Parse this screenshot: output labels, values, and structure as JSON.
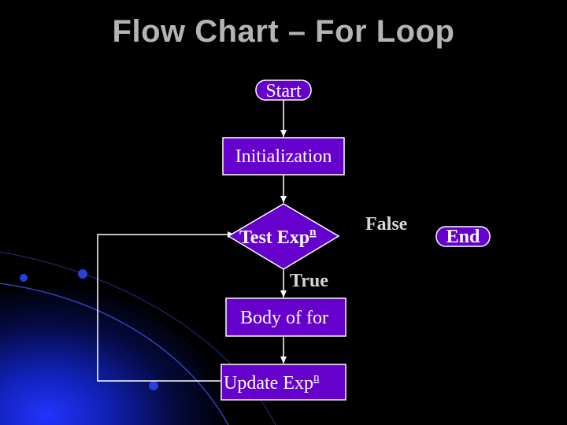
{
  "title": "Flow Chart – For Loop",
  "nodes": {
    "start": "Start",
    "init": "Initialization",
    "test": "Test Exp",
    "test_sup": "n",
    "body": "Body of for",
    "update": "Update Exp",
    "update_sup": "n",
    "end": "End"
  },
  "edges": {
    "true_label": "True",
    "false_label": "False"
  },
  "colors": {
    "node_fill": "#6600cc",
    "title_text": "#b4b4b4",
    "background": "#000000",
    "accent_blue": "#1a2cd6"
  }
}
